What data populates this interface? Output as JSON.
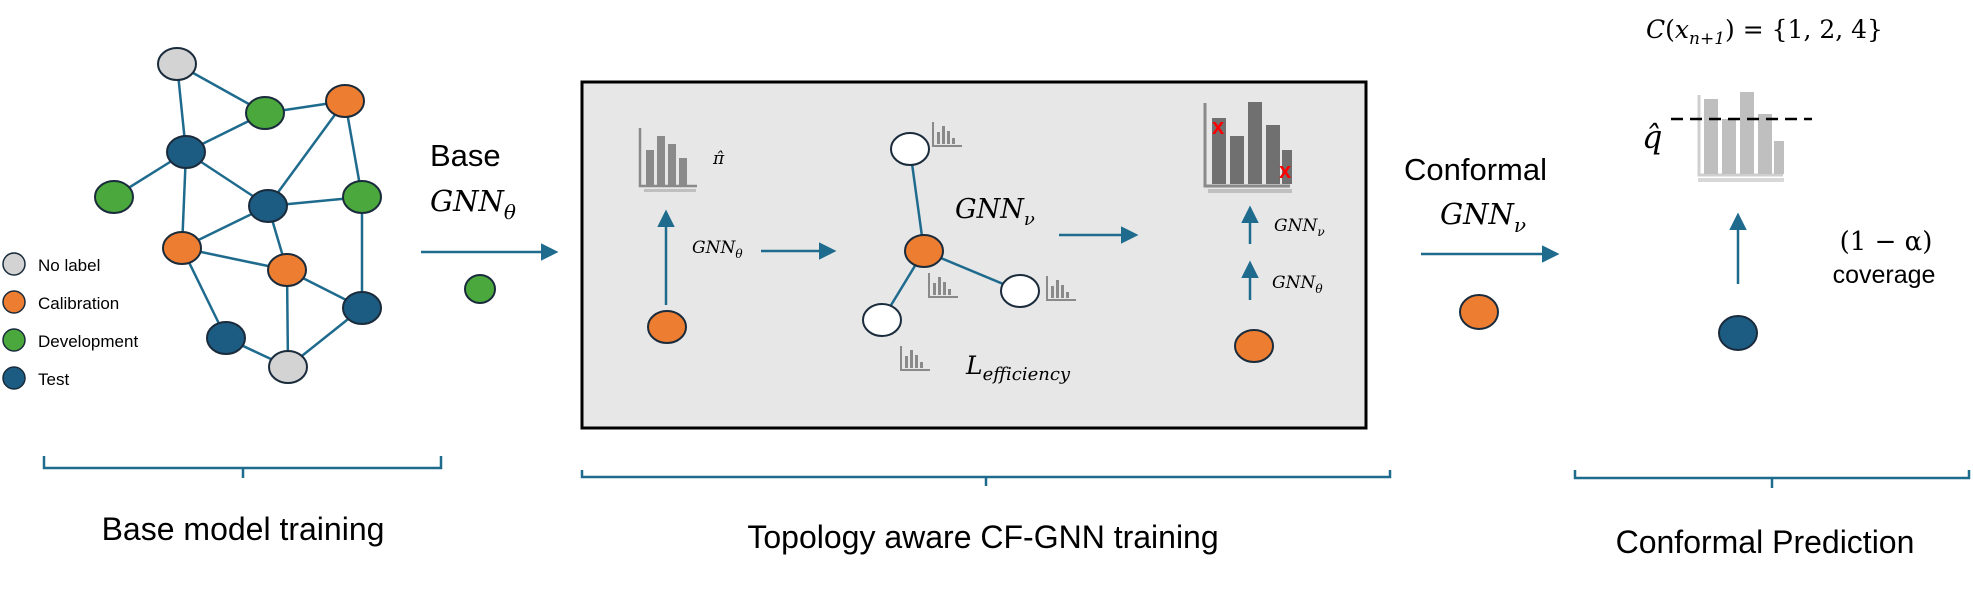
{
  "legend": {
    "no_label": "No label",
    "calibration": "Calibration",
    "development": "Development",
    "test": "Test"
  },
  "stage1": {
    "title": "Base model training",
    "arrow_word": "Base",
    "arrow_symbol": "GNN",
    "arrow_sub": "θ"
  },
  "stage2": {
    "title": "Topology aware CF-GNN training",
    "pi_hat": "π̂",
    "gnn_theta": "GNN",
    "gnn_theta_sub": "θ",
    "gnn_nu": "GNN",
    "gnn_nu_sub": "ν",
    "loss": "L",
    "loss_sub": "efficiency",
    "rank_gnn_nu": "GNN",
    "rank_gnn_nu_sub": "ν",
    "rank_gnn_theta": "GNN",
    "rank_gnn_theta_sub": "θ",
    "x_mark": "x"
  },
  "stage3": {
    "title": "Conformal Prediction",
    "arrow_word": "Conformal",
    "arrow_symbol": "GNN",
    "arrow_sub": "ν",
    "set_lhs": "C",
    "set_arg": "x",
    "set_arg_sub": "n+1",
    "set_rhs": "= {1, 2, 4}",
    "q_hat": "q̂",
    "coverage_expr": "(1 − α)",
    "coverage_word": "coverage"
  },
  "colors": {
    "no_label": "#d3d3d3",
    "calibration": "#ed7d31",
    "development": "#4aa83c",
    "test": "#1c5c82",
    "edge": "#1f6b8e",
    "bar_dark": "#707070",
    "bar_light": "#bfbfbf",
    "panel": "#e7e7e7"
  }
}
